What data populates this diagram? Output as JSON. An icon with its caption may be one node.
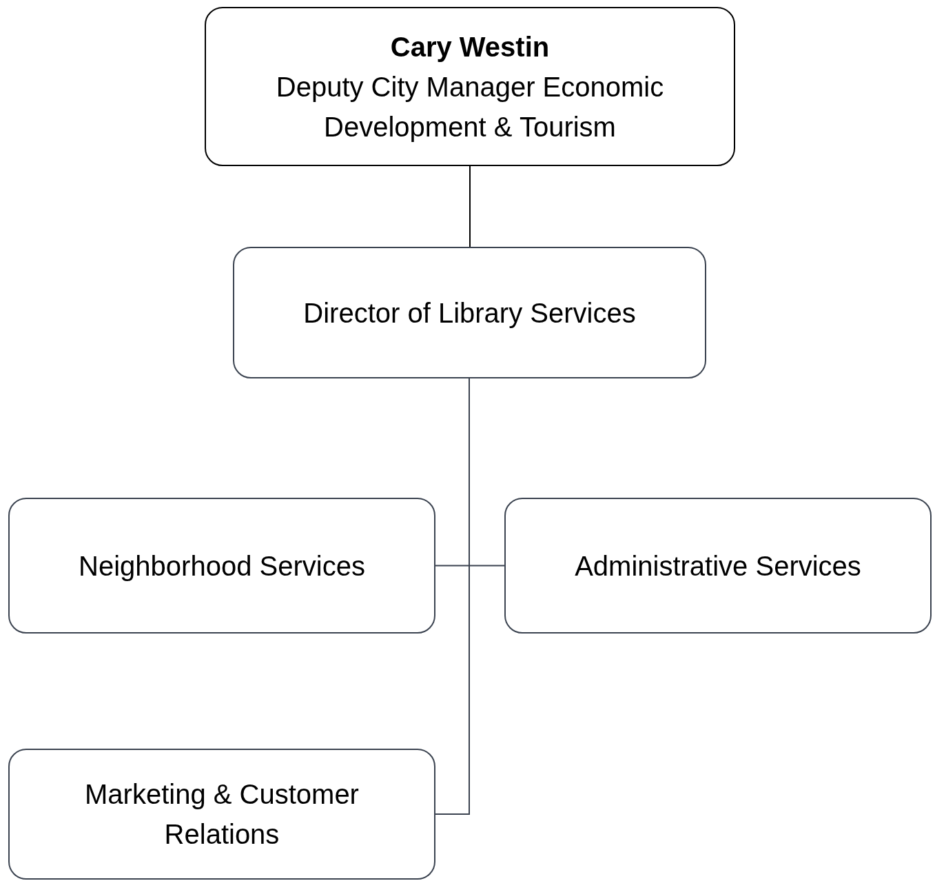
{
  "diagram": {
    "nodes": [
      {
        "text": [
          "Cary Westin",
          "Deputy City Manager Economic Development & Tourism"
        ]
      },
      {
        "text": [
          "Director of Library Services"
        ]
      },
      {
        "text": [
          "Neighborhood Services"
        ]
      },
      {
        "text": [
          "Administrative Services"
        ]
      },
      {
        "text": [
          "Marketing & Customer Relations"
        ]
      }
    ],
    "edges": [
      {
        "from": 0,
        "to": 1,
        "arrow": "none",
        "color": "#000000"
      },
      {
        "from": 1,
        "to": 2,
        "arrow": "none"
      },
      {
        "from": 1,
        "to": 3,
        "arrow": "none"
      },
      {
        "from": 1,
        "to": 4,
        "arrow": "none"
      }
    ]
  }
}
